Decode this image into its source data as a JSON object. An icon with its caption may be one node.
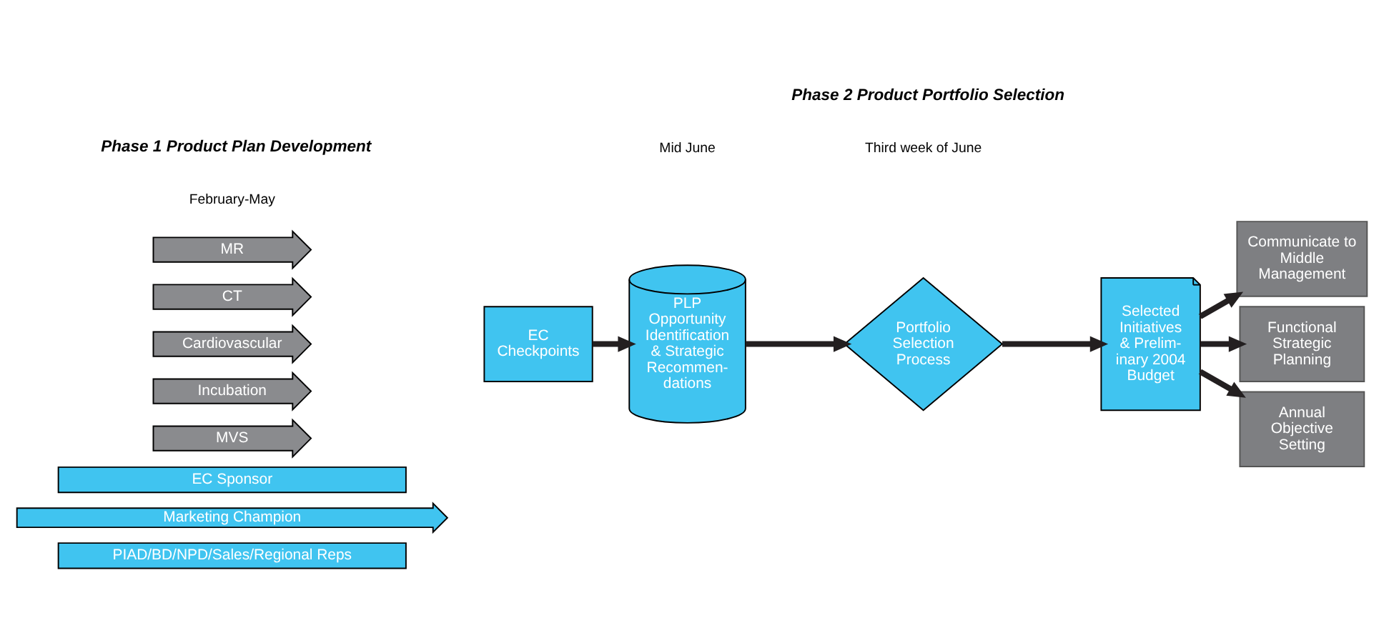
{
  "diagram": {
    "nodes": [
      {
        "text": [
          "MR"
        ]
      },
      {
        "text": [
          "CT"
        ]
      },
      {
        "text": [
          "Cardiovascular"
        ]
      },
      {
        "text": [
          "Incubation"
        ]
      },
      {
        "text": [
          "MVS"
        ]
      },
      {
        "text": [
          "EC Checkpoints"
        ]
      },
      {
        "text": [
          "PLP Opportunity Identification & Strategic Recommen-dations"
        ]
      },
      {
        "text": [
          "Portfolio Selection Process"
        ]
      },
      {
        "text": [
          "Selected Initiatives & Prelim-inary 2004 Budget"
        ]
      },
      {
        "text": [
          "Communicate to Middle Management"
        ]
      },
      {
        "text": [
          "Functional Strategic Planning"
        ]
      },
      {
        "text": [
          "Annual Objective Setting"
        ]
      },
      {
        "text": [
          "EC Sponsor"
        ]
      },
      {
        "text": [
          "Marketing Champion"
        ]
      },
      {
        "text": [
          "PIAD/BD/NPD/Sales/Regional Reps"
        ]
      }
    ],
    "edges": [
      {
        "from": 5,
        "to": 6,
        "arrow": "to"
      },
      {
        "from": 6,
        "to": 7,
        "arrow": "to"
      },
      {
        "from": 7,
        "to": 8,
        "arrow": "to"
      },
      {
        "from": 8,
        "to": 9,
        "arrow": "to"
      },
      {
        "from": 8,
        "to": 10,
        "arrow": "to"
      },
      {
        "from": 8,
        "to": 11,
        "arrow": "to"
      }
    ],
    "labels": [
      "Phase 1 Product Plan Development",
      "Phase 2 Product Portfolio Selection",
      "February-May",
      "Mid June",
      "Third week of June"
    ]
  }
}
